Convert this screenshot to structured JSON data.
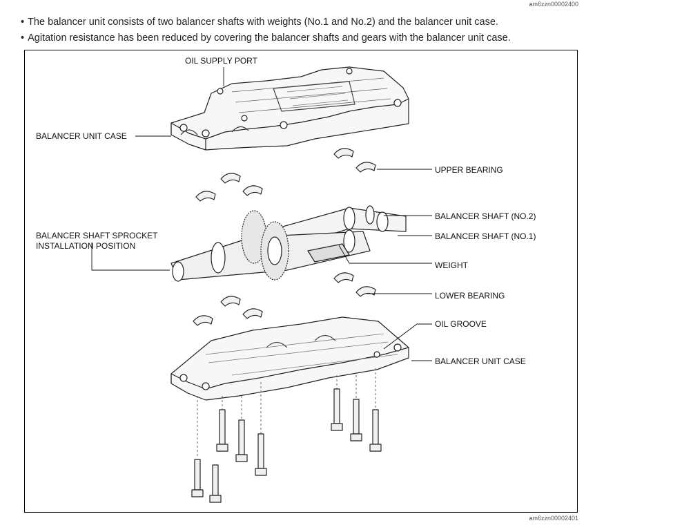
{
  "image_ids": {
    "top": "am6zzn00002400",
    "bottom": "am6zzn00002401"
  },
  "bullets": [
    "The balancer unit consists of two balancer shafts with weights (No.1 and No.2) and the balancer unit case.",
    "Agitation resistance has been reduced by covering the balancer shafts and gears with the balancer unit case."
  ],
  "figure": {
    "labels": {
      "oil_supply_port": "OIL SUPPLY PORT",
      "balancer_unit_case_upper": "BALANCER UNIT CASE",
      "upper_bearing": "UPPER BEARING",
      "balancer_shaft_no2": "BALANCER SHAFT (NO.2)",
      "balancer_shaft_no1": "BALANCER SHAFT (NO.1)",
      "sprocket_line1": "BALANCER SHAFT SPROCKET",
      "sprocket_line2": "INSTALLATION POSITION",
      "weight": "WEIGHT",
      "lower_bearing": "LOWER BEARING",
      "oil_groove": "OIL GROOVE",
      "balancer_unit_case_lower": "BALANCER UNIT CASE"
    }
  }
}
